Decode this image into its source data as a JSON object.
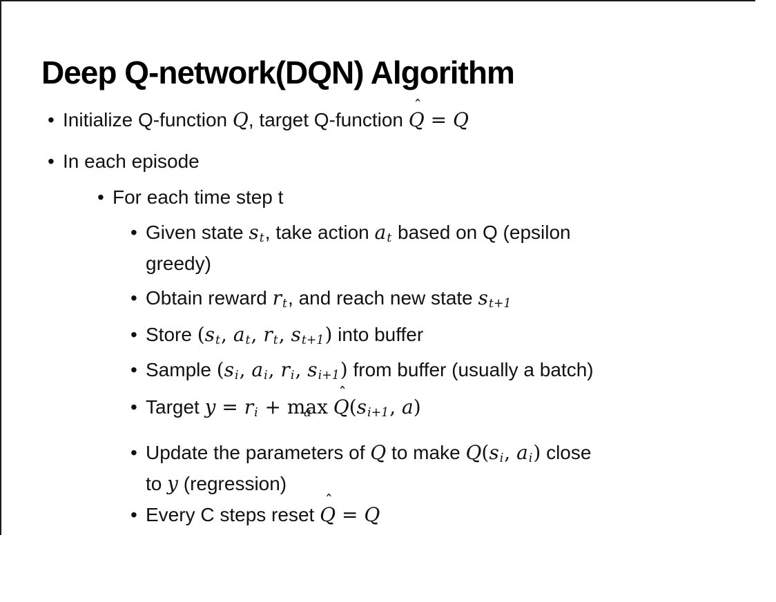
{
  "colors": {
    "background": "#ffffff",
    "text": "#111111",
    "border": "#1a1a1a"
  },
  "slide": {
    "title": "Deep Q-network(DQN) Algorithm",
    "bullet_char": "•",
    "bullets": [
      {
        "level": 1,
        "segments": [
          {
            "t": "Initialize Q-function "
          },
          {
            "t": "Q",
            "s": "m"
          },
          {
            "t": ", target Q-function "
          },
          {
            "t": "Q",
            "s": "hat",
            "hat": "ˆ"
          },
          {
            "t": " = ",
            "s": "mu"
          },
          {
            "t": "Q",
            "s": "m"
          }
        ]
      },
      {
        "level": 1,
        "segments": [
          {
            "t": "In each episode"
          }
        ]
      },
      {
        "level": 2,
        "segments": [
          {
            "t": "For each time step t"
          }
        ]
      },
      {
        "level": 3,
        "segments": [
          {
            "t": "Given state "
          },
          {
            "t": "s",
            "s": "m"
          },
          {
            "t": "t",
            "s": "sub"
          },
          {
            "t": ", take action "
          },
          {
            "t": "a",
            "s": "m"
          },
          {
            "t": "t",
            "s": "sub"
          },
          {
            "t": " based on Q (epsilon"
          },
          {
            "br": true
          },
          {
            "t": "greedy)"
          }
        ]
      },
      {
        "level": 3,
        "segments": [
          {
            "t": "Obtain reward "
          },
          {
            "t": "r",
            "s": "m"
          },
          {
            "t": "t",
            "s": "sub"
          },
          {
            "t": ", and reach new state "
          },
          {
            "t": "s",
            "s": "m"
          },
          {
            "t": "t+1",
            "s": "sub"
          }
        ]
      },
      {
        "level": 3,
        "segments": [
          {
            "t": "Store "
          },
          {
            "t": "(",
            "s": "mu"
          },
          {
            "t": "s",
            "s": "m"
          },
          {
            "t": "t",
            "s": "sub"
          },
          {
            "t": ", ",
            "s": "mu"
          },
          {
            "t": "a",
            "s": "m"
          },
          {
            "t": "t",
            "s": "sub"
          },
          {
            "t": ", ",
            "s": "mu"
          },
          {
            "t": "r",
            "s": "m"
          },
          {
            "t": "t",
            "s": "sub"
          },
          {
            "t": ", ",
            "s": "mu"
          },
          {
            "t": "s",
            "s": "m"
          },
          {
            "t": "t+1",
            "s": "sub"
          },
          {
            "t": ")",
            "s": "mu"
          },
          {
            "t": " into buffer"
          }
        ]
      },
      {
        "level": 3,
        "segments": [
          {
            "t": "Sample "
          },
          {
            "t": "(",
            "s": "mu"
          },
          {
            "t": "s",
            "s": "m"
          },
          {
            "t": "i",
            "s": "sub"
          },
          {
            "t": ", ",
            "s": "mu"
          },
          {
            "t": "a",
            "s": "m"
          },
          {
            "t": "i",
            "s": "sub"
          },
          {
            "t": ", ",
            "s": "mu"
          },
          {
            "t": "r",
            "s": "m"
          },
          {
            "t": "i",
            "s": "sub"
          },
          {
            "t": ", ",
            "s": "mu"
          },
          {
            "t": "s",
            "s": "m"
          },
          {
            "t": "i+1",
            "s": "sub"
          },
          {
            "t": ")",
            "s": "mu"
          },
          {
            "t": " from buffer (usually a batch)"
          }
        ]
      },
      {
        "level": 3,
        "segments": [
          {
            "t": "Target "
          },
          {
            "t": "y",
            "s": "m"
          },
          {
            "t": " = ",
            "s": "mu"
          },
          {
            "t": "r",
            "s": "m"
          },
          {
            "t": "i",
            "s": "sub"
          },
          {
            "t": " + ",
            "s": "mu"
          },
          {
            "t": "max",
            "s": "under",
            "under": "a"
          },
          {
            "t": " "
          },
          {
            "t": "Q",
            "s": "hat",
            "hat": "ˆ"
          },
          {
            "t": "(",
            "s": "mu"
          },
          {
            "t": "s",
            "s": "m"
          },
          {
            "t": "i+1",
            "s": "sub"
          },
          {
            "t": ", ",
            "s": "mu"
          },
          {
            "t": "a",
            "s": "m"
          },
          {
            "t": ")",
            "s": "mu"
          }
        ]
      },
      {
        "level": 3,
        "segments": [
          {
            "t": "Update the parameters of "
          },
          {
            "t": "Q",
            "s": "m"
          },
          {
            "t": " to make "
          },
          {
            "t": "Q",
            "s": "m"
          },
          {
            "t": "(",
            "s": "mu"
          },
          {
            "t": "s",
            "s": "m"
          },
          {
            "t": "i",
            "s": "sub"
          },
          {
            "t": ", ",
            "s": "mu"
          },
          {
            "t": "a",
            "s": "m"
          },
          {
            "t": "i",
            "s": "sub"
          },
          {
            "t": ")",
            "s": "mu"
          },
          {
            "t": " close"
          },
          {
            "br": true
          },
          {
            "t": "to "
          },
          {
            "t": "y",
            "s": "m"
          },
          {
            "t": " (regression)"
          }
        ]
      },
      {
        "level": 3,
        "segments": [
          {
            "t": "Every C steps reset "
          },
          {
            "t": "Q",
            "s": "hat",
            "hat": "ˆ"
          },
          {
            "t": " = ",
            "s": "mu"
          },
          {
            "t": "Q",
            "s": "m"
          }
        ]
      }
    ]
  }
}
